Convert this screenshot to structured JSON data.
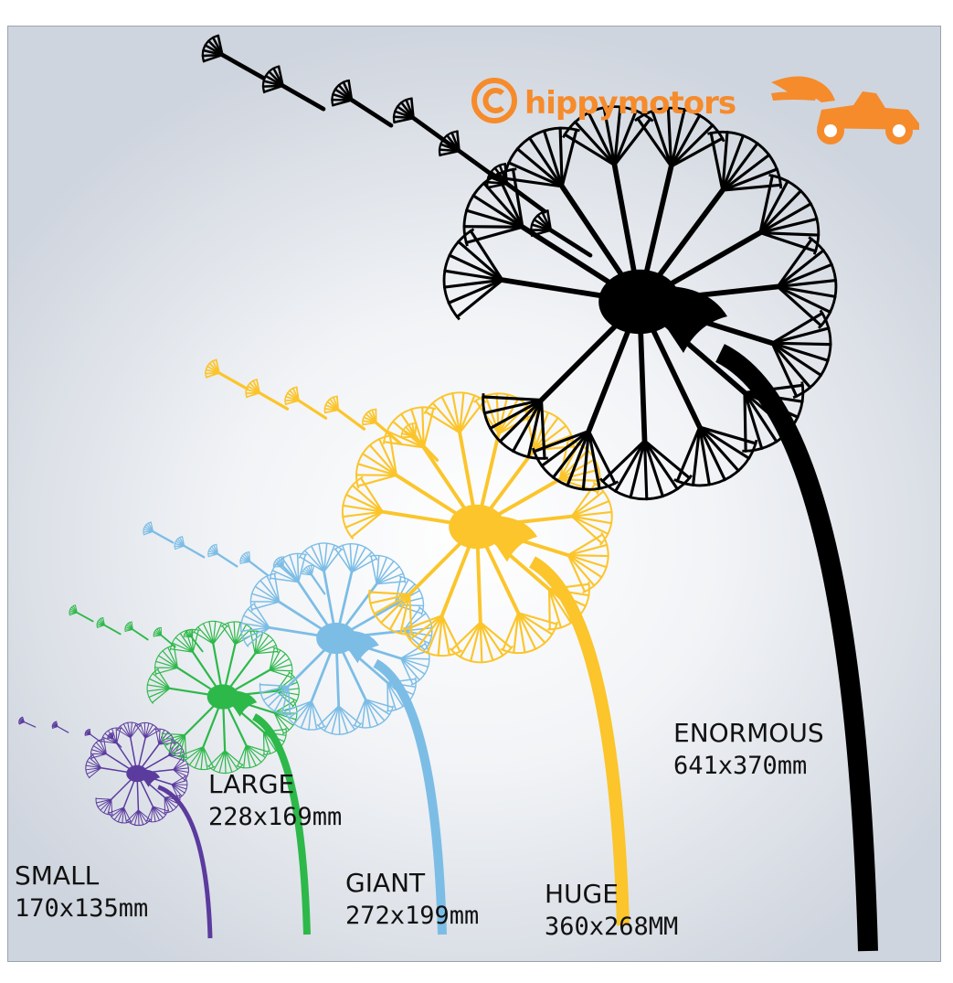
{
  "watermark": {
    "copyright": "©",
    "text": "hippymotors",
    "color": "#f68b2c"
  },
  "sizes": [
    {
      "name": "SMALL",
      "dims": "170x135mm",
      "color": "#5b3b9e"
    },
    {
      "name": "LARGE",
      "dims": "228x169mm",
      "color": "#2db84a"
    },
    {
      "name": "GIANT",
      "dims": "272x199mm",
      "color": "#7cbde6"
    },
    {
      "name": "HUGE",
      "dims": "360x268MM",
      "color": "#fbc52b"
    },
    {
      "name": "ENORMOUS",
      "dims": "641x370mm",
      "color": "#000000"
    }
  ]
}
